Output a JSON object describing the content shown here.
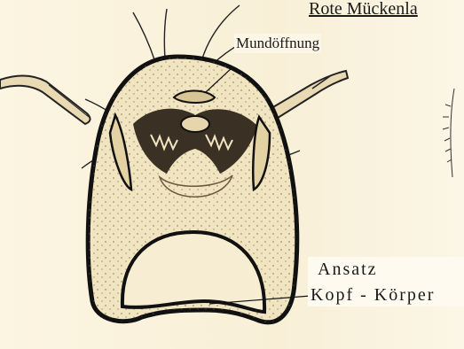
{
  "figure": {
    "title": "Rote Mückenla",
    "labels": {
      "mouth": "Mundöffnung",
      "attach_line1": "Ansatz",
      "attach_line2": "Kopf - Körper"
    }
  },
  "colors": {
    "background": "#fbf3de",
    "head_fill": "#f3e7c6",
    "ink": "#1a1a1a"
  }
}
